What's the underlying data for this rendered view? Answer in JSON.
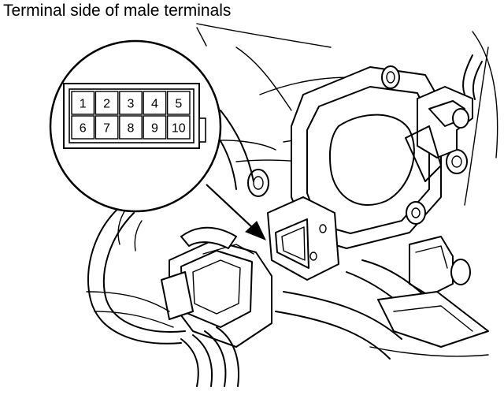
{
  "caption": "Terminal side of male terminals",
  "connector": {
    "top_row": [
      "1",
      "2",
      "3",
      "4",
      "5"
    ],
    "bottom_row": [
      "6",
      "7",
      "8",
      "9",
      "10"
    ]
  },
  "icons": {
    "magnifier": "detail-circle-icon",
    "pointer": "arrow-icon"
  }
}
